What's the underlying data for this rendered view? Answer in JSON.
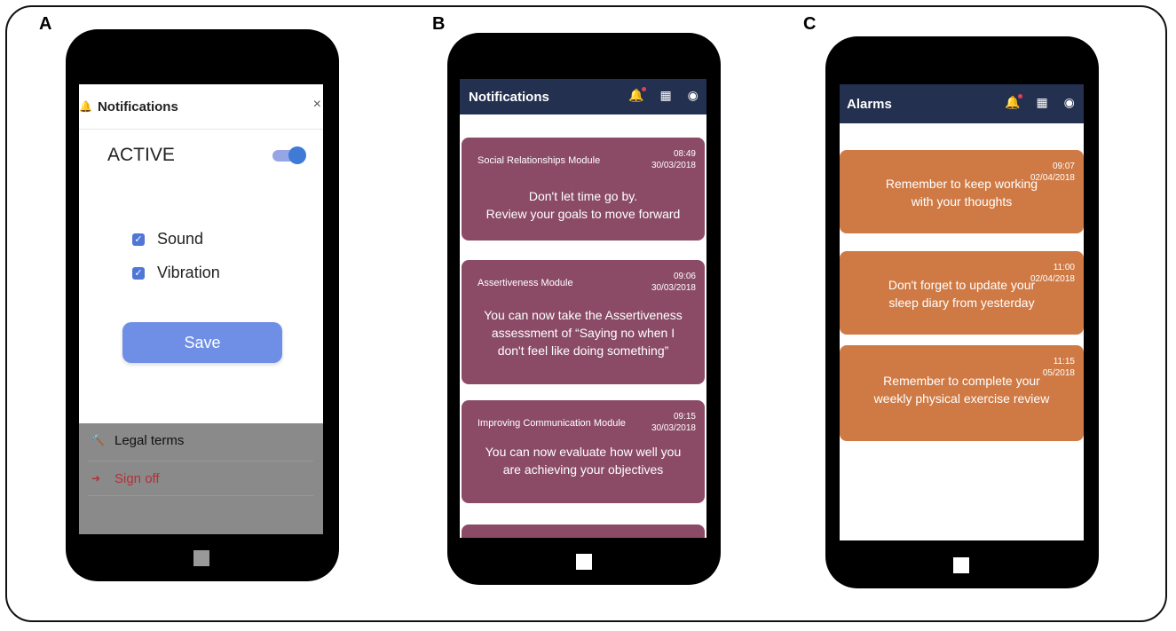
{
  "panels": {
    "a": {
      "letter": "A",
      "header": {
        "title": "Notifications",
        "close": "×"
      },
      "active_label": "ACTIVE",
      "toggle_on": true,
      "options": [
        {
          "label": "Sound",
          "checked": true
        },
        {
          "label": "Vibration",
          "checked": true
        }
      ],
      "save_label": "Save",
      "menu": [
        {
          "label": "Legal terms",
          "icon": "gavel-icon"
        },
        {
          "label": "Sign off",
          "icon": "sign-out-icon"
        }
      ]
    },
    "b": {
      "letter": "B",
      "title": "Notifications",
      "cards": [
        {
          "module": "Social Relationships Module",
          "time": "08:49",
          "date": "30/03/2018",
          "line1": "Don't let time go by.",
          "line2": "Review your goals to move forward",
          "line3": ""
        },
        {
          "module": "Assertiveness Module",
          "time": "09:06",
          "date": "30/03/2018",
          "line1": "You can now take the Assertiveness",
          "line2": "assessment of “Saying no when I",
          "line3": "don't feel like doing something”"
        },
        {
          "module": "Improving Communication Module",
          "time": "09:15",
          "date": "30/03/2018",
          "line1": "You can now evaluate how well you",
          "line2": "are achieving your objectives",
          "line3": ""
        }
      ]
    },
    "c": {
      "letter": "C",
      "title": "Alarms",
      "cards": [
        {
          "time": "09:07",
          "date": "02/04/2018",
          "line1": "Remember to keep working",
          "line2": "with your thoughts"
        },
        {
          "time": "11:00",
          "date": "02/04/2018",
          "line1": "Don't forget to update your",
          "line2": "sleep diary from yesterday"
        },
        {
          "time": "11:15",
          "date": "05/2018",
          "line1": "Remember to complete your",
          "line2": "weekly physical exercise review"
        }
      ]
    }
  },
  "colors": {
    "topbar": "#23304f",
    "notification_card": "#8b4b67",
    "alarm_card": "#cf7a45",
    "save_button": "#6f8ee6",
    "sign_off": "#c0392b"
  }
}
